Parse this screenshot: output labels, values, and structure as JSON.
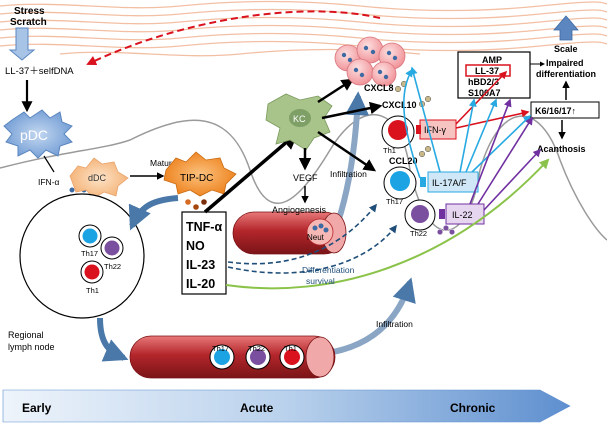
{
  "stimulus": {
    "stress": "Stress",
    "scratch": "Scratch"
  },
  "triggers": {
    "ll37": "LL-37＋selfDNA"
  },
  "cells": {
    "pdc": "pDC",
    "ddc": "dDC",
    "tipdc": "TIP-DC",
    "kc": "KC",
    "neut": "Neut",
    "th17": "Th17",
    "th22": "Th22",
    "th1": "Th1"
  },
  "labels": {
    "maturation": "Maturation",
    "ifna": "IFN-α",
    "vegf": "VEGF",
    "angiogenesis": "Angiogenesis",
    "infiltration_top": "Infiltration",
    "infiltration_bottom": "Infiltration",
    "differentiation": "Differentiation",
    "survival": "survival",
    "lymph_node": "Regional lymph node",
    "lymph_line1": "Regional",
    "lymph_line2": "lymph node"
  },
  "mediators": [
    "TNF-α",
    "NO",
    "IL-23",
    "IL-20"
  ],
  "chemokines": {
    "cxcl8": "CXCL8",
    "cxcl10": "CXCL10",
    "ccl20": "CCL20"
  },
  "cytokines": {
    "ifng": "IFN-γ",
    "il17": "IL-17A/F",
    "il22": "IL-22"
  },
  "amp_box": {
    "title": "AMP",
    "items": [
      "LL-37",
      "hBD2/3",
      "S100A7"
    ]
  },
  "outcomes": {
    "scale": "Scale",
    "impaired1": "Impaired",
    "impaired2": "differentiation",
    "keratins": "K6/16/17↑",
    "acanthosis": "Acanthosis"
  },
  "timeline": {
    "early": "Early",
    "acute": "Acute",
    "chronic": "Chronic"
  },
  "colors": {
    "pdc": "#7ea6d8",
    "ddc": "#f7c293",
    "tipdc": "#f2861f",
    "th17": "#1ca3e3",
    "th22": "#7b4fa0",
    "th1": "#d9121e",
    "red_arrow": "#d9121e",
    "cyan_arrow": "#27a9e1",
    "purple_arrow": "#7030a0",
    "green_arrow": "#8bc34a",
    "dash_blue": "#1f4e79"
  }
}
